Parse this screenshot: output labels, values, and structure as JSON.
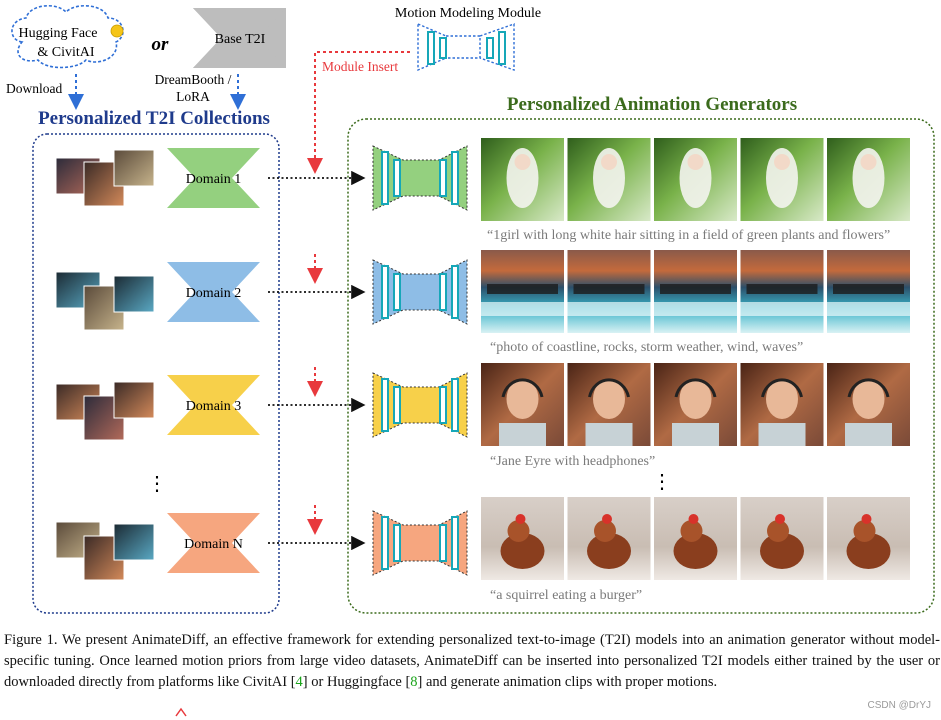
{
  "sources": {
    "cloud_text": [
      "Hugging Face",
      "& CivitAI"
    ],
    "or_label": "or",
    "base_model": "Base T2I",
    "download_label": "Download",
    "dreambooth_label": [
      "DreamBooth /",
      "LoRA"
    ]
  },
  "motion_module": {
    "title": "Motion Modeling Module",
    "insert_label": "Module Insert"
  },
  "sections": {
    "left_title": "Personalized T2I Collections",
    "right_title": "Personalized Animation Generators"
  },
  "rows": [
    {
      "domain": "Domain 1",
      "color": "#94d07f",
      "prompt": "“1girl with long white hair sitting in a field of green plants and flowers”"
    },
    {
      "domain": "Domain 2",
      "color": "#8ebde6",
      "prompt": "“photo of coastline, rocks, storm weather, wind, waves”"
    },
    {
      "domain": "Domain 3",
      "color": "#f7d04a",
      "prompt": "“Jane Eyre with headphones”"
    },
    {
      "domain": "Domain N",
      "color": "#f6a67f",
      "prompt": "“a squirrel eating a burger”"
    }
  ],
  "ellipsis": "⋮",
  "caption": {
    "part1": "Figure 1. We present AnimateDiff, an effective framework for extending personalized text-to-image (T2I) models into an animation generator without model-specific tuning. Once learned motion priors from large video datasets, AnimateDiff can be inserted into personalized T2I models either trained by the user or downloaded directly from platforms like CivitAI [",
    "ref1": "4",
    "part2": "] or Huggingface [",
    "ref2": "8",
    "part3": "] and generate animation clips with proper motions."
  },
  "watermark": "CSDN @DrYJ",
  "colors": {
    "title_blue": "#1f3b8c",
    "title_green": "#3b6b1c",
    "insert_red": "#e8393d",
    "cyan_bar": "#16a7b8",
    "arrow_blue": "#2f6fd6",
    "base_gray": "#bdbdbd"
  }
}
